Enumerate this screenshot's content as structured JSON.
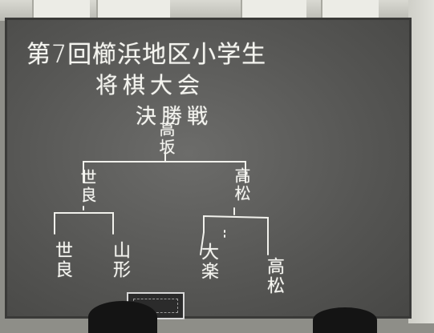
{
  "board": {
    "title_line1": "第7回櫛浜地区小学生",
    "title_line2": "将棋大会",
    "title_line3": "決勝戦",
    "winner": "高坂",
    "finalist_left": "世良",
    "finalist_right": "高松",
    "semi_left_a": "世良",
    "semi_left_b": "山形",
    "semi_right_a": "大楽",
    "semi_right_b": "高松"
  },
  "colors": {
    "board": "#555553",
    "chalk": "#f4f4ef",
    "wall": "#d9d9d2"
  }
}
